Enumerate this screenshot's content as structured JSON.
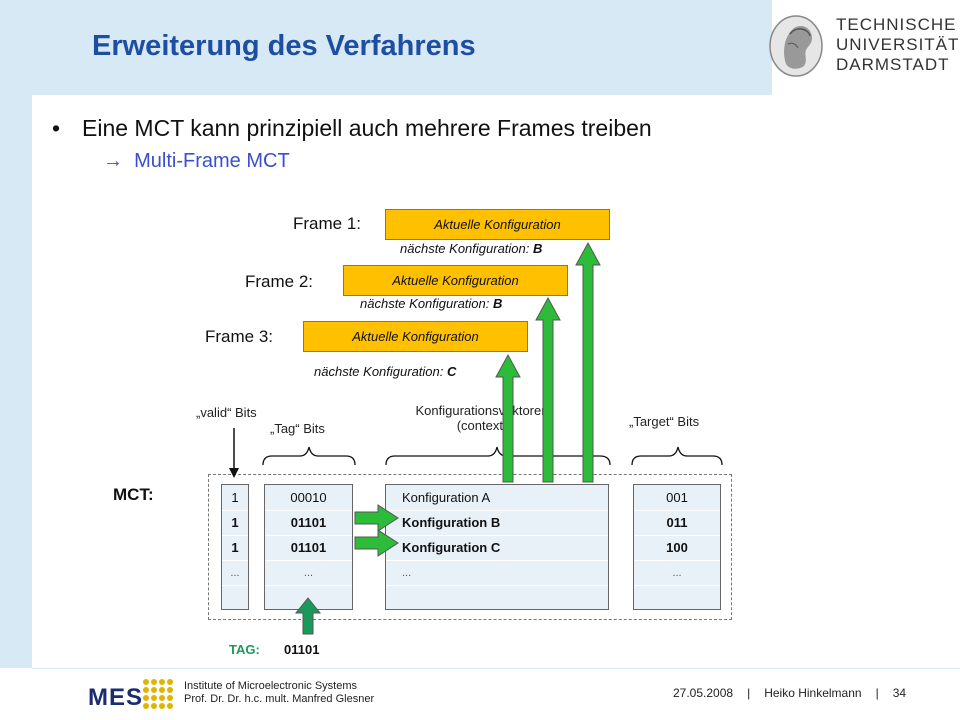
{
  "slide": {
    "title": "Erweiterung des Verfahrens",
    "university": [
      "TECHNISCHE",
      "UNIVERSITÄT",
      "DARMSTADT"
    ],
    "bullet": "Eine MCT kann prinzipiell auch mehrere Frames treiben",
    "bullet_marker": "•",
    "sub_bullet": "Multi-Frame MCT",
    "sub_bullet_arrow": "→"
  },
  "frames": [
    {
      "label": "Frame 1:",
      "box": "Aktuelle Konfiguration",
      "next_prefix": "nächste Konfiguration: ",
      "next_value": "B"
    },
    {
      "label": "Frame 2:",
      "box": "Aktuelle Konfiguration",
      "next_prefix": "nächste Konfiguration: ",
      "next_value": "B"
    },
    {
      "label": "Frame 3:",
      "box": "Aktuelle Konfiguration",
      "next_prefix": "nächste Konfiguration: ",
      "next_value": "C"
    }
  ],
  "labels": {
    "valid_bits": "„valid“ Bits",
    "tag_bits": "„Tag“ Bits",
    "config_vectors_line1": "Konfigurationsvektoren",
    "config_vectors_line2": "(context)",
    "target_bits": "„Target“ Bits",
    "mct": "MCT:"
  },
  "mct": {
    "valid": [
      "1",
      "1",
      "1",
      "..."
    ],
    "tag": [
      "00010",
      "01101",
      "01101",
      "..."
    ],
    "config": [
      "Konfiguration A",
      "Konfiguration B",
      "Konfiguration C",
      "..."
    ],
    "target": [
      "001",
      "011",
      "100",
      "..."
    ]
  },
  "tag_lookup": {
    "label": "TAG:",
    "value": "01101"
  },
  "footer": {
    "logo": "MES",
    "institute_line1": "Institute of Microelectronic Systems",
    "institute_line2": "Prof. Dr. Dr. h.c. mult. Manfred Glesner",
    "date": "27.05.2008",
    "separator": "|",
    "author": "Heiko Hinkelmann",
    "page": "34"
  },
  "colors": {
    "header_bg": "#d8e9f6",
    "title": "#1e4ea1",
    "frame_box": "#ffc000",
    "arrow_green": "#2dbb3a",
    "tag_arrow": "#1a9a5a",
    "sub_bullet": "#3a4fcf"
  }
}
